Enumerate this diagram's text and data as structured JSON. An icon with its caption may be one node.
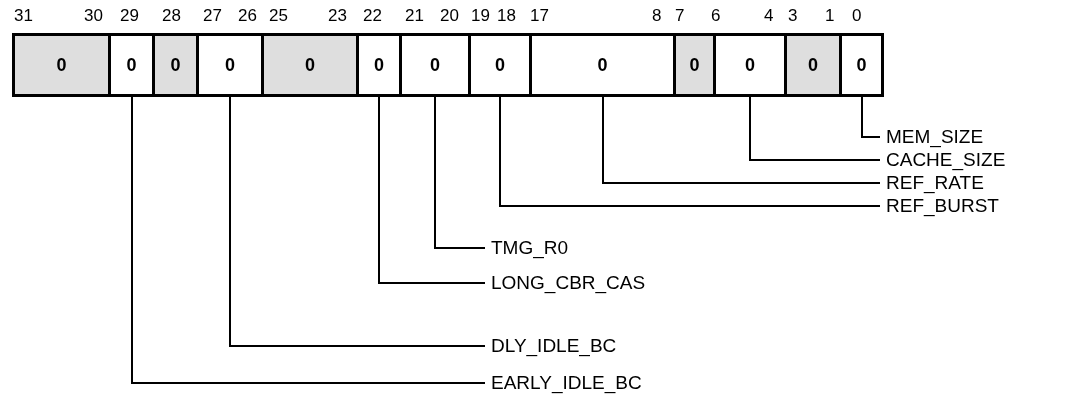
{
  "diagram": {
    "nodes": [
      {
        "text": [
          "0"
        ]
      },
      {
        "text": [
          "0"
        ]
      },
      {
        "text": [
          "0"
        ]
      },
      {
        "text": [
          "0"
        ]
      },
      {
        "text": [
          "0"
        ]
      },
      {
        "text": [
          "0"
        ]
      },
      {
        "text": [
          "0"
        ]
      },
      {
        "text": [
          "0"
        ]
      },
      {
        "text": [
          "0"
        ]
      },
      {
        "text": [
          "0"
        ]
      },
      {
        "text": [
          "0"
        ]
      },
      {
        "text": [
          "0"
        ]
      },
      {
        "text": [
          "0"
        ]
      },
      {
        "text": [
          "MEM_SIZE"
        ]
      },
      {
        "text": [
          "CACHE_SIZE"
        ]
      },
      {
        "text": [
          "REF_RATE"
        ]
      },
      {
        "text": [
          "REF_BURST"
        ]
      },
      {
        "text": [
          "TMG_R0"
        ]
      },
      {
        "text": [
          "LONG_CBR_CAS"
        ]
      },
      {
        "text": [
          "DLY_IDLE_BC"
        ]
      },
      {
        "text": [
          "EARLY_IDLE_BC"
        ]
      }
    ],
    "edges": [
      {
        "from": 13,
        "to": 12,
        "arrow": "none"
      },
      {
        "from": 14,
        "to": 10,
        "arrow": "none"
      },
      {
        "from": 15,
        "to": 8,
        "arrow": "none"
      },
      {
        "from": 16,
        "to": 7,
        "arrow": "none"
      },
      {
        "from": 17,
        "to": 6,
        "arrow": "none"
      },
      {
        "from": 18,
        "to": 5,
        "arrow": "none"
      },
      {
        "from": 19,
        "to": 3,
        "arrow": "none"
      },
      {
        "from": 20,
        "to": 1,
        "arrow": "none"
      }
    ],
    "labels": [
      "31",
      "30",
      "29",
      "28",
      "27",
      "26",
      "25",
      "23",
      "22",
      "21",
      "20",
      "19",
      "18",
      "17",
      "8",
      "7",
      "6",
      "4",
      "3",
      "1",
      "0"
    ]
  }
}
